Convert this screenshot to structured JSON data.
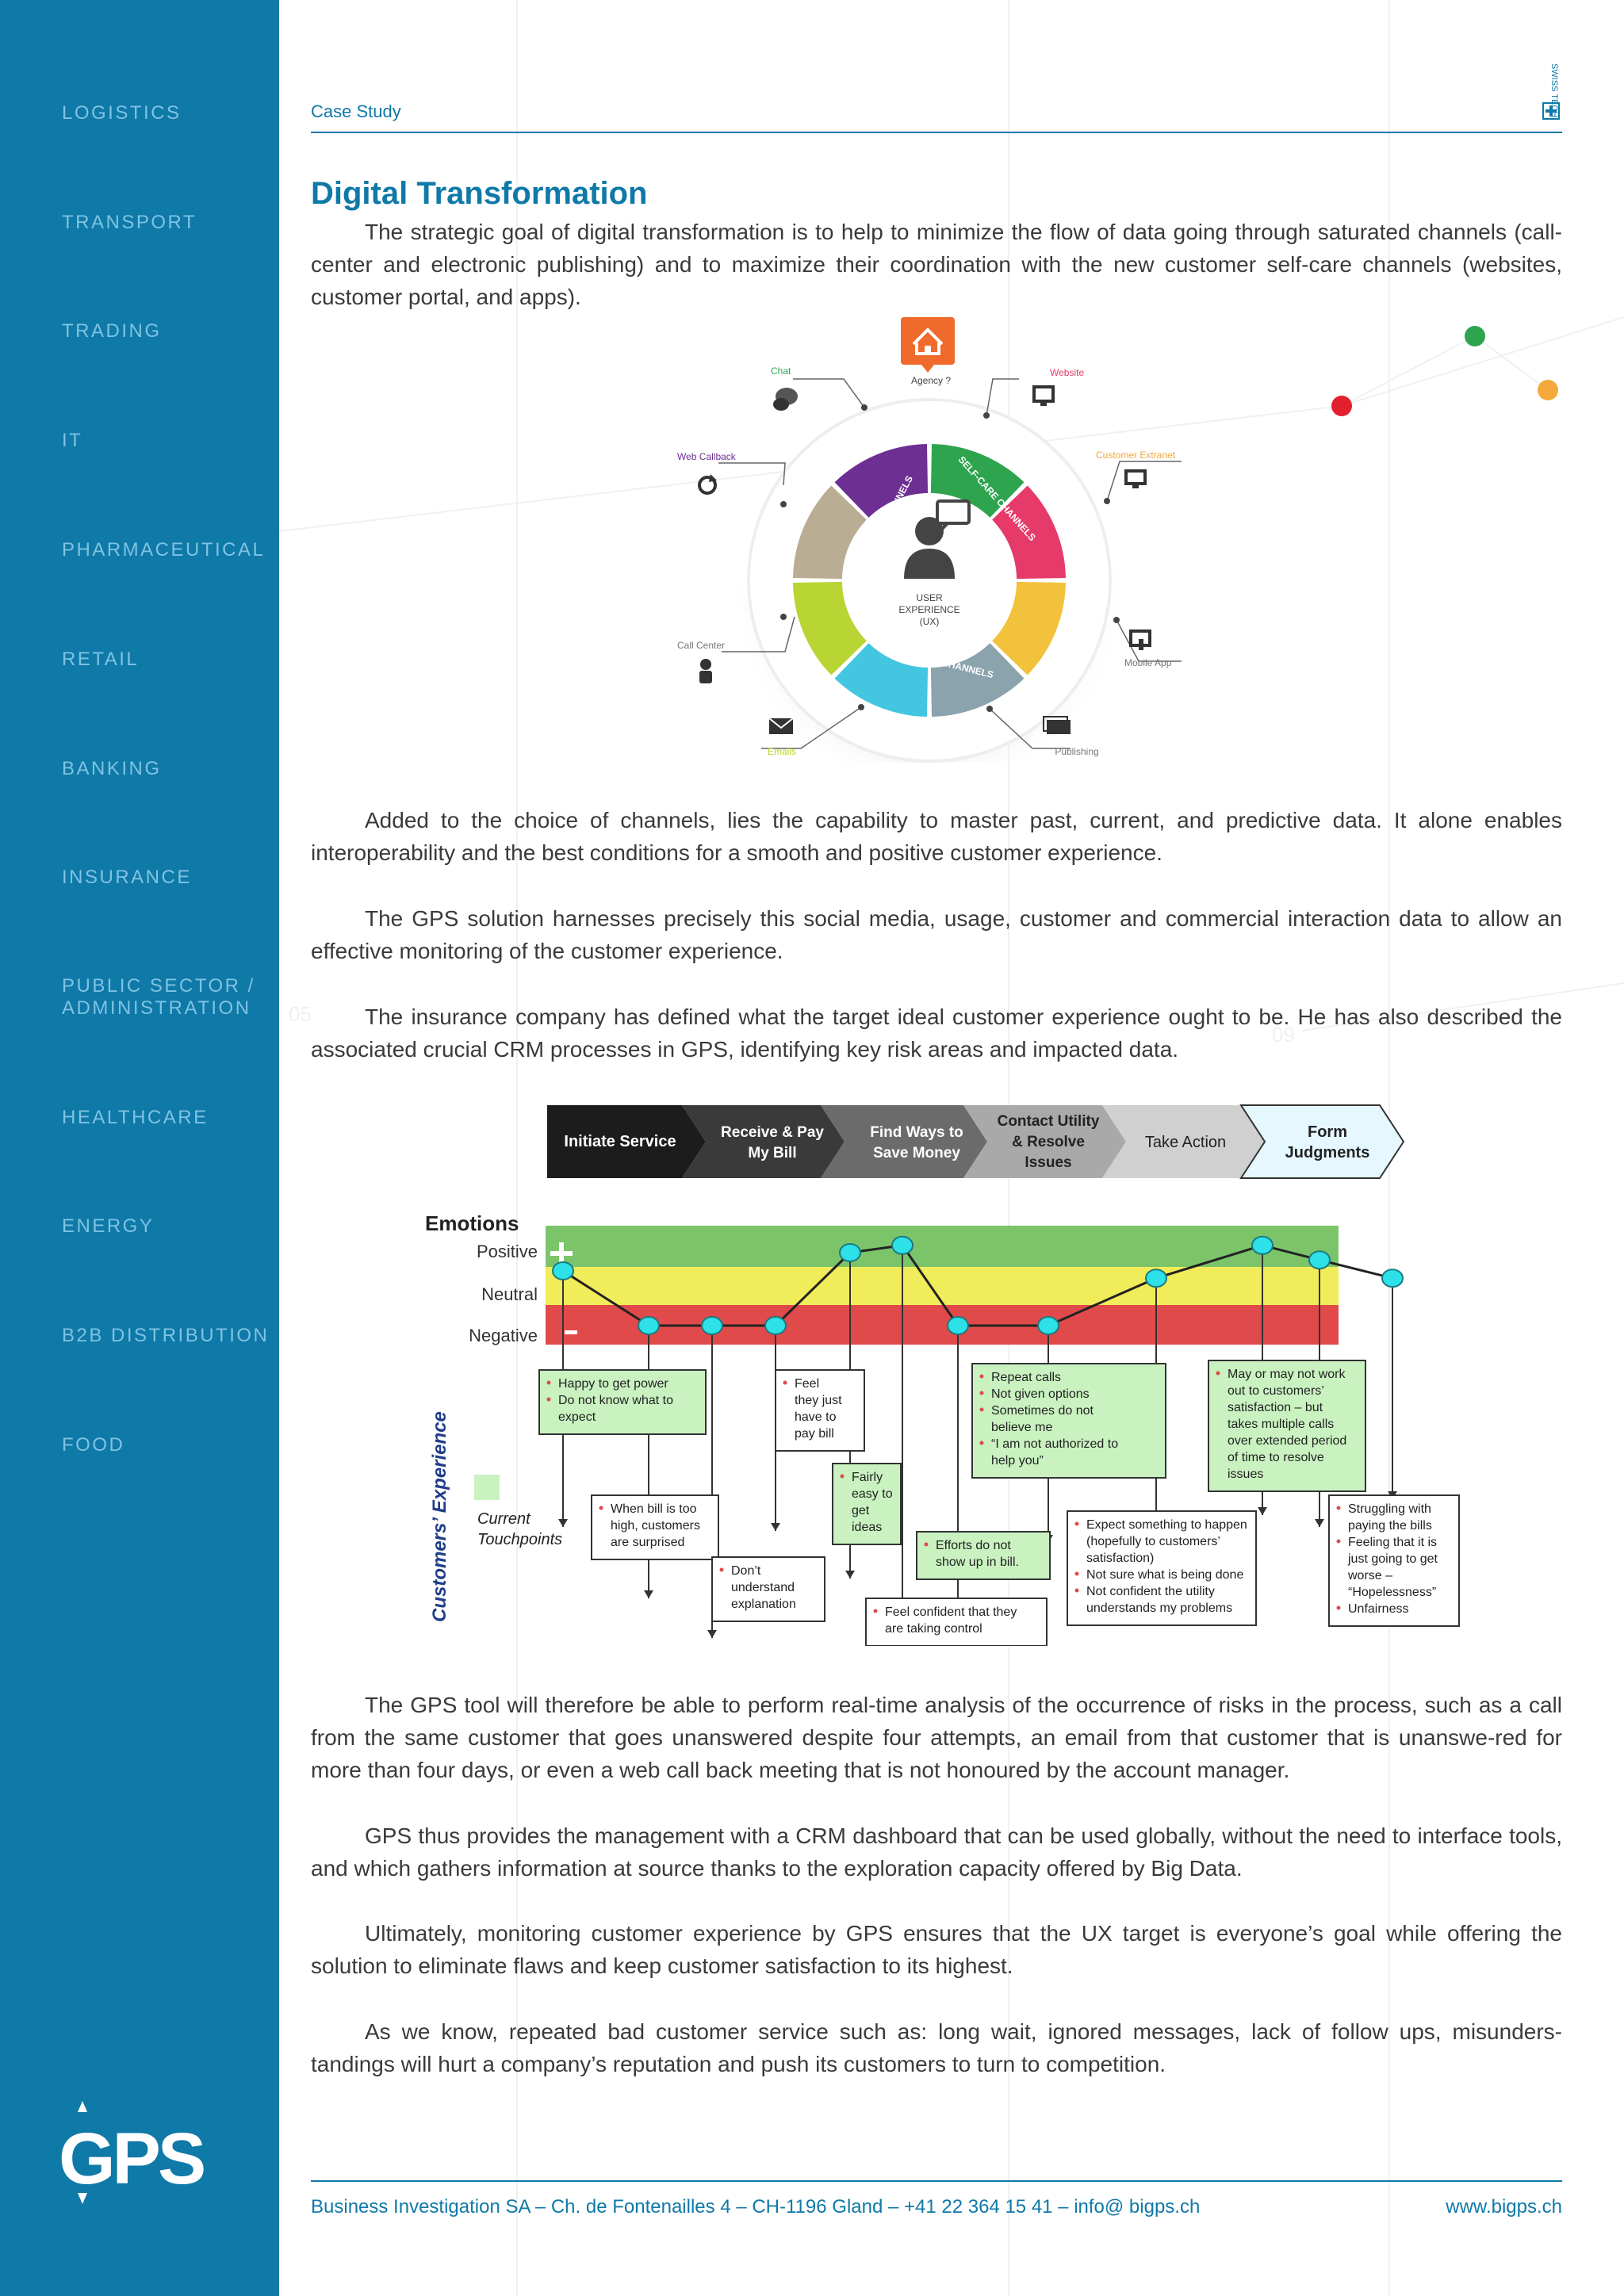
{
  "sidebar": {
    "items": [
      {
        "label": "LOGISTICS"
      },
      {
        "label": "TRANSPORT"
      },
      {
        "label": "TRADING"
      },
      {
        "label": "IT"
      },
      {
        "label": "PHARMACEUTICAL"
      },
      {
        "label": "RETAIL"
      },
      {
        "label": "BANKING"
      },
      {
        "label": "INSURANCE"
      },
      {
        "label": "PUBLIC SECTOR /",
        "label2": "ADMINISTRATION"
      },
      {
        "label": "HEALTHCARE"
      },
      {
        "label": "ENERGY"
      },
      {
        "label": "B2B DISTRIBUTION"
      },
      {
        "label": "FOOD"
      }
    ],
    "logo_text": "GPS",
    "side_numbers": [
      "05",
      "09"
    ]
  },
  "header": {
    "label": "Case Study",
    "swiss_tech": "SWISS TECH"
  },
  "article": {
    "title": "Digital Transformation",
    "intro": "The strategic goal of digital transformation is to help to minimize the flow of data going through saturated channels (call-center and electronic publishing) and to maximize their coordination with the new customer self-care channels (websites, customer portal, and apps).",
    "p1": "Added to the choice of channels, lies the capability to master past, current, and predictive data. It alone enables interoperability and the best conditions for a smooth and positive customer experience.",
    "p2": "The GPS solution harnesses precisely this social media, usage, customer and commercial interaction data to allow an effective monitoring of the customer experience.",
    "p3": "The insurance company has defined what the target ideal customer experience ought to be. He has also described the associated crucial CRM processes in GPS, identifying key risk areas and impacted data.",
    "p4": "The GPS tool will therefore be able to perform real-time analysis of the occurrence of risks in the process, such as a call from the same customer that goes unanswered despite four attempts, an email from that customer that is unanswe-red for more than four days, or even a web call back meeting that is not honoured by the account manager.",
    "p5": "GPS thus provides the management with a CRM dashboard that can be used globally, without the need to interface tools, and which gathers information at source thanks to the exploration capacity offered by Big Data.",
    "p6": "Ultimately, monitoring customer experience by GPS ensures that the UX target is everyone’s goal while offering the solution to eliminate flaws and keep customer satisfaction to its highest.",
    "p7": "As we know, repeated bad customer service such as: long wait, ignored messages, lack of follow ups, misunders-tandings will hurt a company’s reputation and push its customers to turn to competition."
  },
  "wheel": {
    "center_l1": "USER",
    "center_l2": "EXPERIENCE",
    "center_l3": "(UX)",
    "ring_interaction": "INTERACTION CHANNELS",
    "ring_selfcare": "SELF-CARE CHANNELS",
    "ring_triggering": "TRIGGERING CHANNELS",
    "channels": {
      "agency": "Agency ?",
      "chat": "Chat",
      "website": "Website",
      "web_callback": "Web Callback",
      "customer_extranet": "Customer Extranet",
      "call_center": "Call Center",
      "mobile_app": "Mobile App",
      "emails": "Emails",
      "publishing": "Publishing"
    },
    "colors": {
      "green": "#2ea44f",
      "pink": "#e63b6a",
      "yellow": "#f3c23c",
      "grey": "#8aa3ad",
      "cyan": "#43c6e0",
      "lime": "#b9d534",
      "tan": "#b9ad93",
      "purple": "#6d2f92",
      "orange": "#ef6a2b"
    }
  },
  "journey": {
    "stages": [
      "Initiate Service",
      "Receive & Pay",
      "My Bill",
      "Find Ways to",
      "Save Money",
      "Contact Utility",
      "& Resolve",
      "Issues",
      "Take Action",
      "Form",
      "Judgments"
    ],
    "emotions_label": "Emotions",
    "levels": [
      "Positive",
      "Neutral",
      "Negative"
    ],
    "y_axis_label": "Customers’ Experience",
    "legend": [
      "Current",
      "Touchpoints"
    ],
    "emotion_values": [
      0.5,
      -1,
      -1,
      -1,
      1,
      1.2,
      -1,
      -1,
      0.3,
      1.2,
      0.8,
      0.3
    ],
    "box_a": [
      "Happy to get power",
      "Do not know what to",
      "expect"
    ],
    "box_b": [
      "When bill is too",
      "high, customers",
      "are surprised"
    ],
    "box_c": [
      "Don’t",
      "understand",
      "explanation"
    ],
    "box_d": [
      "Feel",
      "they just",
      "have to",
      "pay bill"
    ],
    "box_e": [
      "Fairly",
      "easy to",
      "get",
      "ideas"
    ],
    "box_f": [
      "Feel confident that they",
      "are taking control"
    ],
    "box_g": [
      "Efforts do not",
      "show up in bill."
    ],
    "box_h": [
      "Repeat calls",
      "Not given options",
      "Sometimes do not",
      "believe me",
      "“I am not authorized to",
      "help you”"
    ],
    "box_i": [
      "Expect something to happen",
      "(hopefully to customers’",
      "satisfaction)",
      "Not sure what is being done",
      "Not confident the utility",
      "understands my problems"
    ],
    "box_j": [
      "May or may not work",
      "out to customers’",
      "satisfaction – but",
      "takes multiple calls",
      "over extended period",
      "of time to resolve",
      "issues"
    ],
    "box_k": [
      "Struggling with",
      "paying the bills",
      "Feeling that it is",
      "just going to get",
      "worse –",
      "“Hopelessness”",
      "Unfairness"
    ]
  },
  "footer": {
    "left": "Business Investigation SA – Ch. de Fontenailles 4 – CH-1196 Gland – +41 22 364 15 41 – info@ bigps.ch",
    "right": "www.bigps.ch"
  }
}
